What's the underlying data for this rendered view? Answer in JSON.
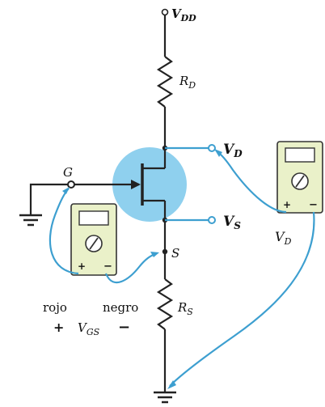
{
  "labels": {
    "vdd": "V",
    "vdd_sub": "DD",
    "rd": "R",
    "rd_sub": "D",
    "vd": "V",
    "vd_sub": "D",
    "g": "G",
    "vs": "V",
    "vs_sub": "S",
    "s": "S",
    "vd_meter": "V",
    "vd_meter_sub": "D",
    "rojo": "rojo",
    "negro": "negro",
    "plus": "+",
    "vgs": "V",
    "vgs_sub": "GS",
    "minus": "−",
    "rs": "R",
    "rs_sub": "S",
    "meter_plus": "+",
    "meter_minus": "−"
  },
  "colors": {
    "fet_fill": "#8fd0ee",
    "meter_fill": "#eaf1c9",
    "lead": "#3d9fd0",
    "wire": "#222222"
  }
}
